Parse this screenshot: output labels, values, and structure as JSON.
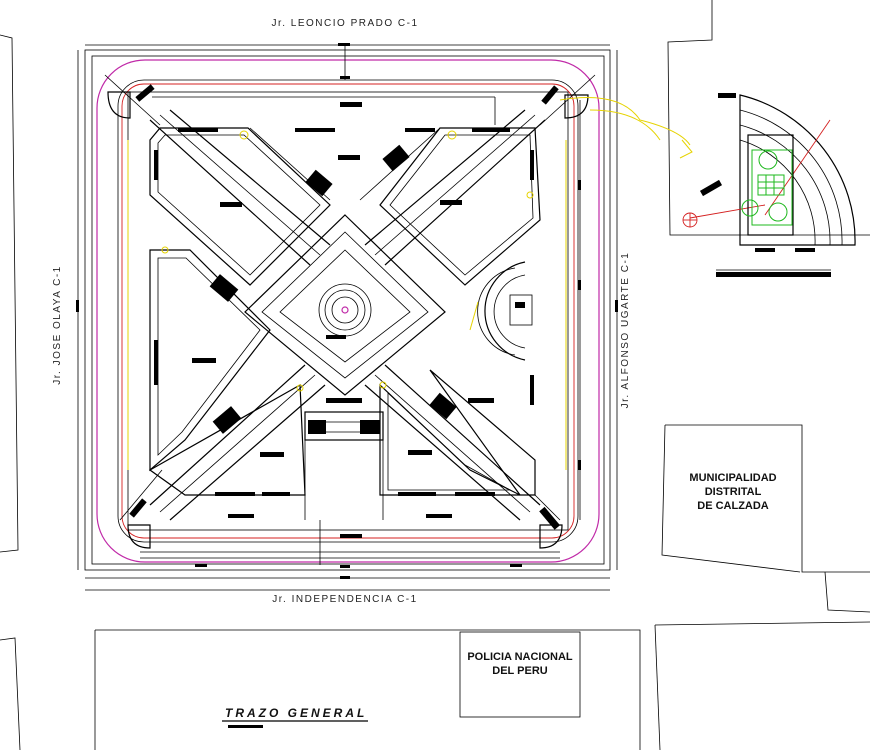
{
  "streets": {
    "north": "Jr. LEONCIO PRADO C-1",
    "south": "Jr. INDEPENDENCIA C-1",
    "west": "Jr. JOSE OLAYA C-1",
    "east": "Jr. ALFONSO UGARTE C-1"
  },
  "buildings": {
    "municipality_line1": "MUNICIPALIDAD",
    "municipality_line2": "DISTRITAL",
    "municipality_line3": "DE CALZADA",
    "police_line1": "POLICIA NACIONAL",
    "police_line2": "DEL PERU"
  },
  "drawing_title": "TRAZO GENERAL",
  "colors": {
    "linework": "#000000",
    "boundary": "#c02aa8",
    "dimensions": "#d42020",
    "annotations": "#e6d300",
    "planting": "#1eb81e"
  }
}
